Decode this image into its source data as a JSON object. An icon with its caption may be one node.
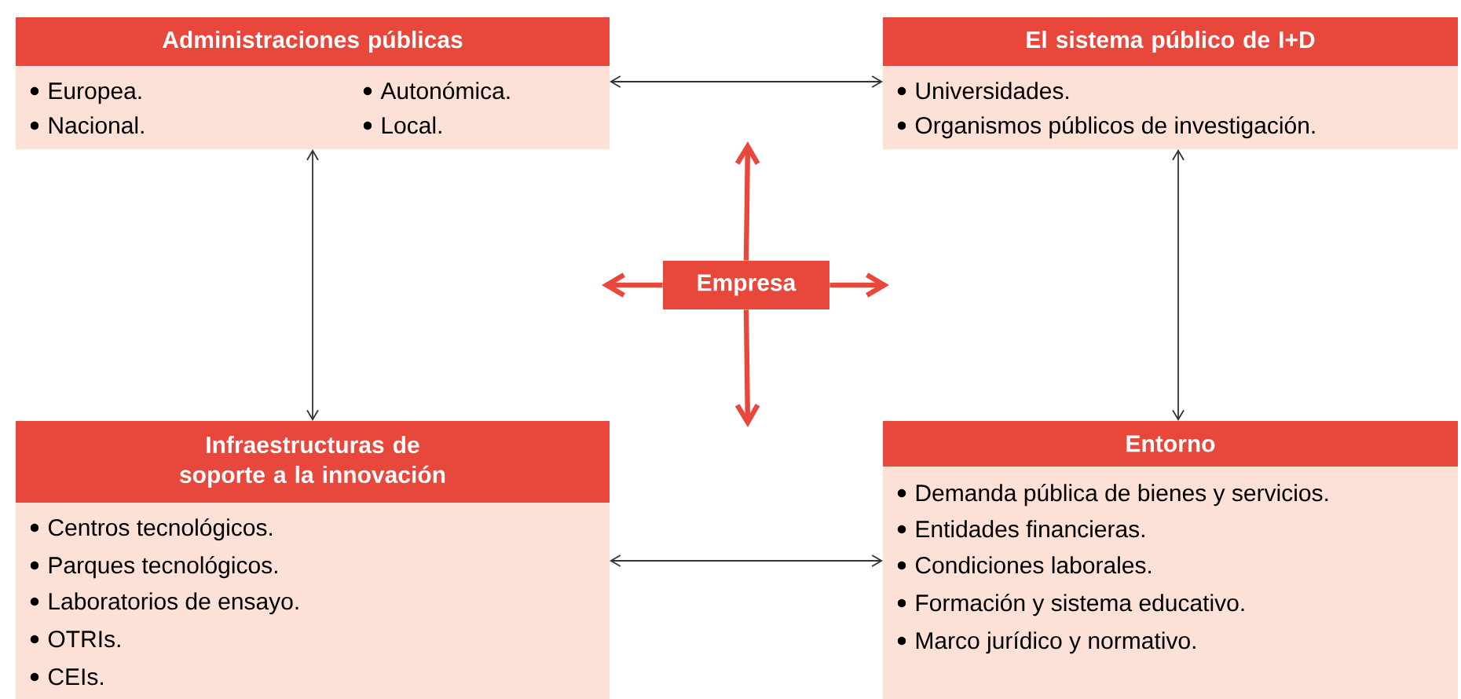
{
  "diagram": {
    "nodes": [
      {
        "text": [
          "Administraciones públicas",
          "Europea.",
          "Nacional.",
          "Autonómica.",
          "Local."
        ]
      },
      {
        "text": [
          "El sistema público de I+D",
          "Universidades.",
          "Organismos públicos de investigación."
        ]
      },
      {
        "text": [
          "Empresa"
        ]
      },
      {
        "text": [
          "Infraestructuras de soporte a la innovación",
          "Centros tecnológicos.",
          "Parques tecnológicos.",
          "Laboratorios de ensayo.",
          "OTRIs.",
          "CEIs."
        ]
      },
      {
        "text": [
          "Entorno",
          "Demanda pública de bienes y servicios.",
          "Entidades financieras.",
          "Condiciones laborales.",
          "Formación y sistema educativo.",
          "Marco jurídico y normativo."
        ]
      }
    ],
    "edges": [
      {
        "from": 0,
        "to": 1,
        "arrow": "both"
      },
      {
        "from": 0,
        "to": 3,
        "arrow": "both"
      },
      {
        "from": 1,
        "to": 4,
        "arrow": "both"
      },
      {
        "from": 3,
        "to": 4,
        "arrow": "both"
      },
      {
        "from": 2,
        "to": null,
        "arrow": "to",
        "style": "thick",
        "color": "#e8473b"
      },
      {
        "from": 2,
        "to": null,
        "arrow": "to",
        "style": "thick",
        "color": "#e8473b"
      },
      {
        "from": 2,
        "to": null,
        "arrow": "to",
        "style": "thick",
        "color": "#e8473b"
      },
      {
        "from": 2,
        "to": null,
        "arrow": "to",
        "style": "thick",
        "color": "#e8473b"
      }
    ]
  }
}
